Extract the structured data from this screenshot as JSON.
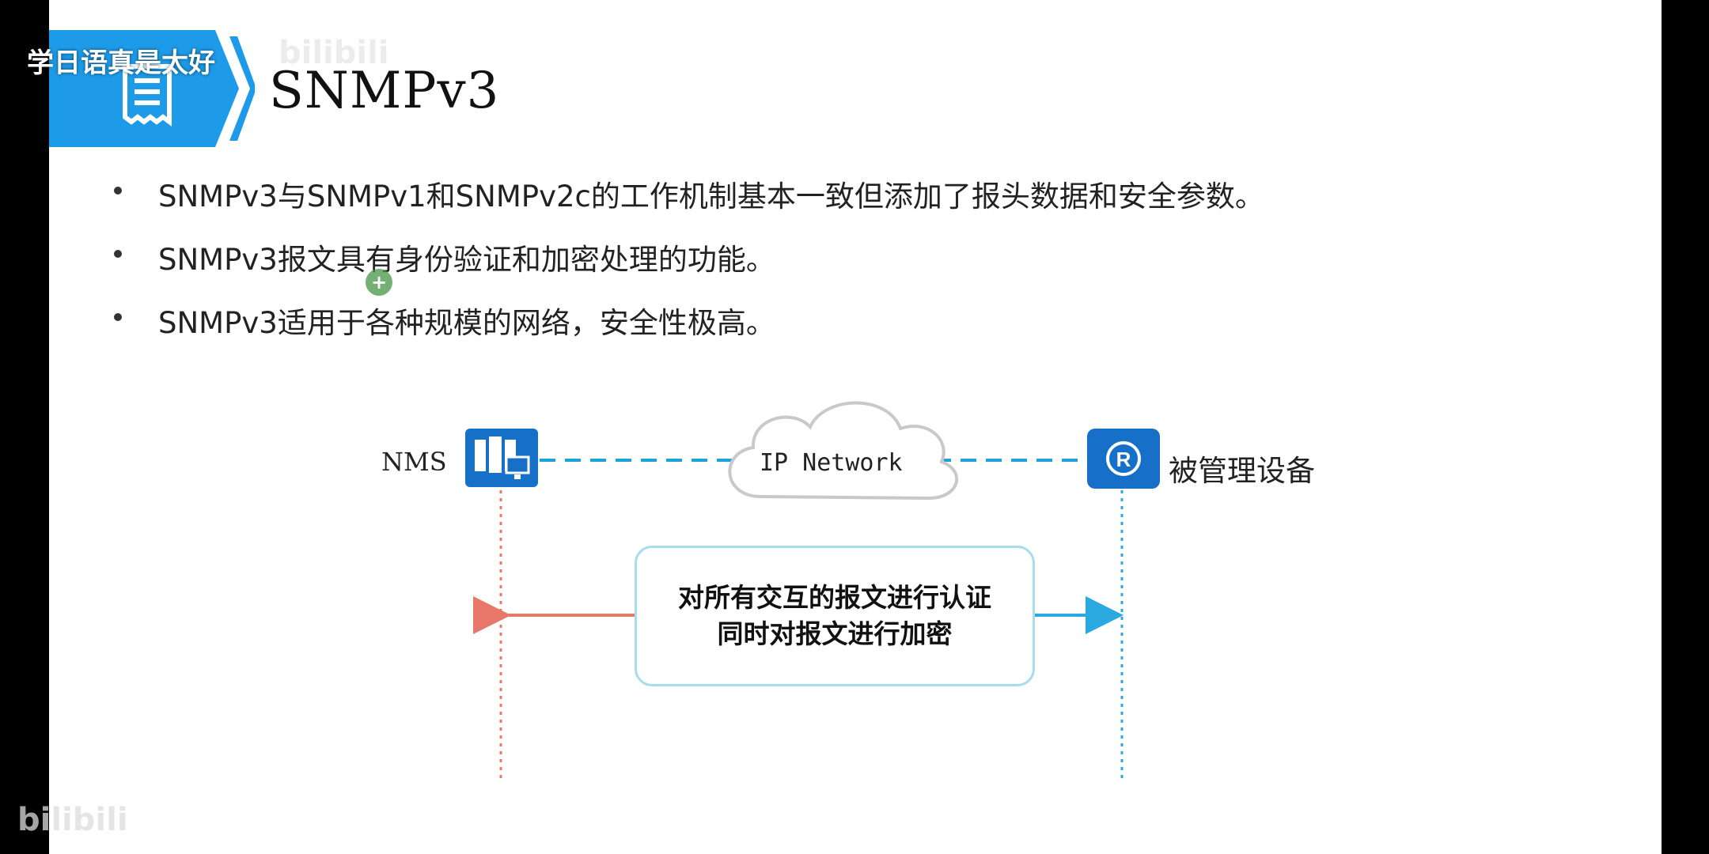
{
  "overlay": {
    "caption": "学日语真是太好",
    "watermark_top": "bilibili",
    "watermark_bottom": "bilibili"
  },
  "slide": {
    "title": "SNMPv3",
    "bullets": [
      "SNMPv3与SNMPv1和SNMPv2c的工作机制基本一致但添加了报头数据和安全参数。",
      "SNMPv3报文具有身份验证和加密处理的功能。",
      "SNMPv3适用于各种规模的网络，安全性极高。"
    ],
    "cursor_symbol": "+"
  },
  "diagram": {
    "nms_label": "NMS",
    "cloud_label": "IP Network",
    "device_label": "被管理设备",
    "message_line1": "对所有交互的报文进行认证",
    "message_line2": "同时对报文进行加密"
  },
  "colors": {
    "header_blue": "#1e9be8",
    "icon_blue": "#1670c7",
    "nms_line": "#e8786a",
    "device_line": "#2aa8e0",
    "dashed_link": "#1da2de",
    "box_border": "#a7dcea"
  }
}
